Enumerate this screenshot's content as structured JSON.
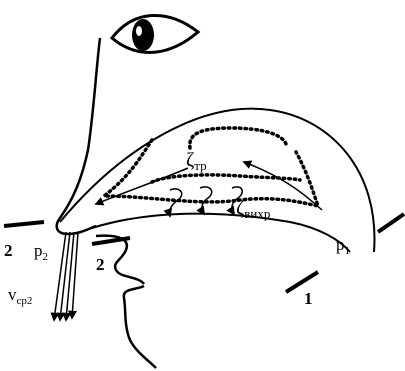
{
  "labels": {
    "zeta_tr_base": "ζ",
    "zeta_tr_sub": "тр",
    "zeta_vikhr_base": "ζ",
    "zeta_vikhr_sub": "вихр",
    "p1_base": "p",
    "p1_sub": "1",
    "p2_base": "p",
    "p2_sub": "2",
    "v_base": "v",
    "v_sub": "ср2",
    "section_1": "1",
    "section_2_left": "2",
    "section_2_right": "2"
  },
  "icons": {
    "eye": "eye-icon"
  }
}
